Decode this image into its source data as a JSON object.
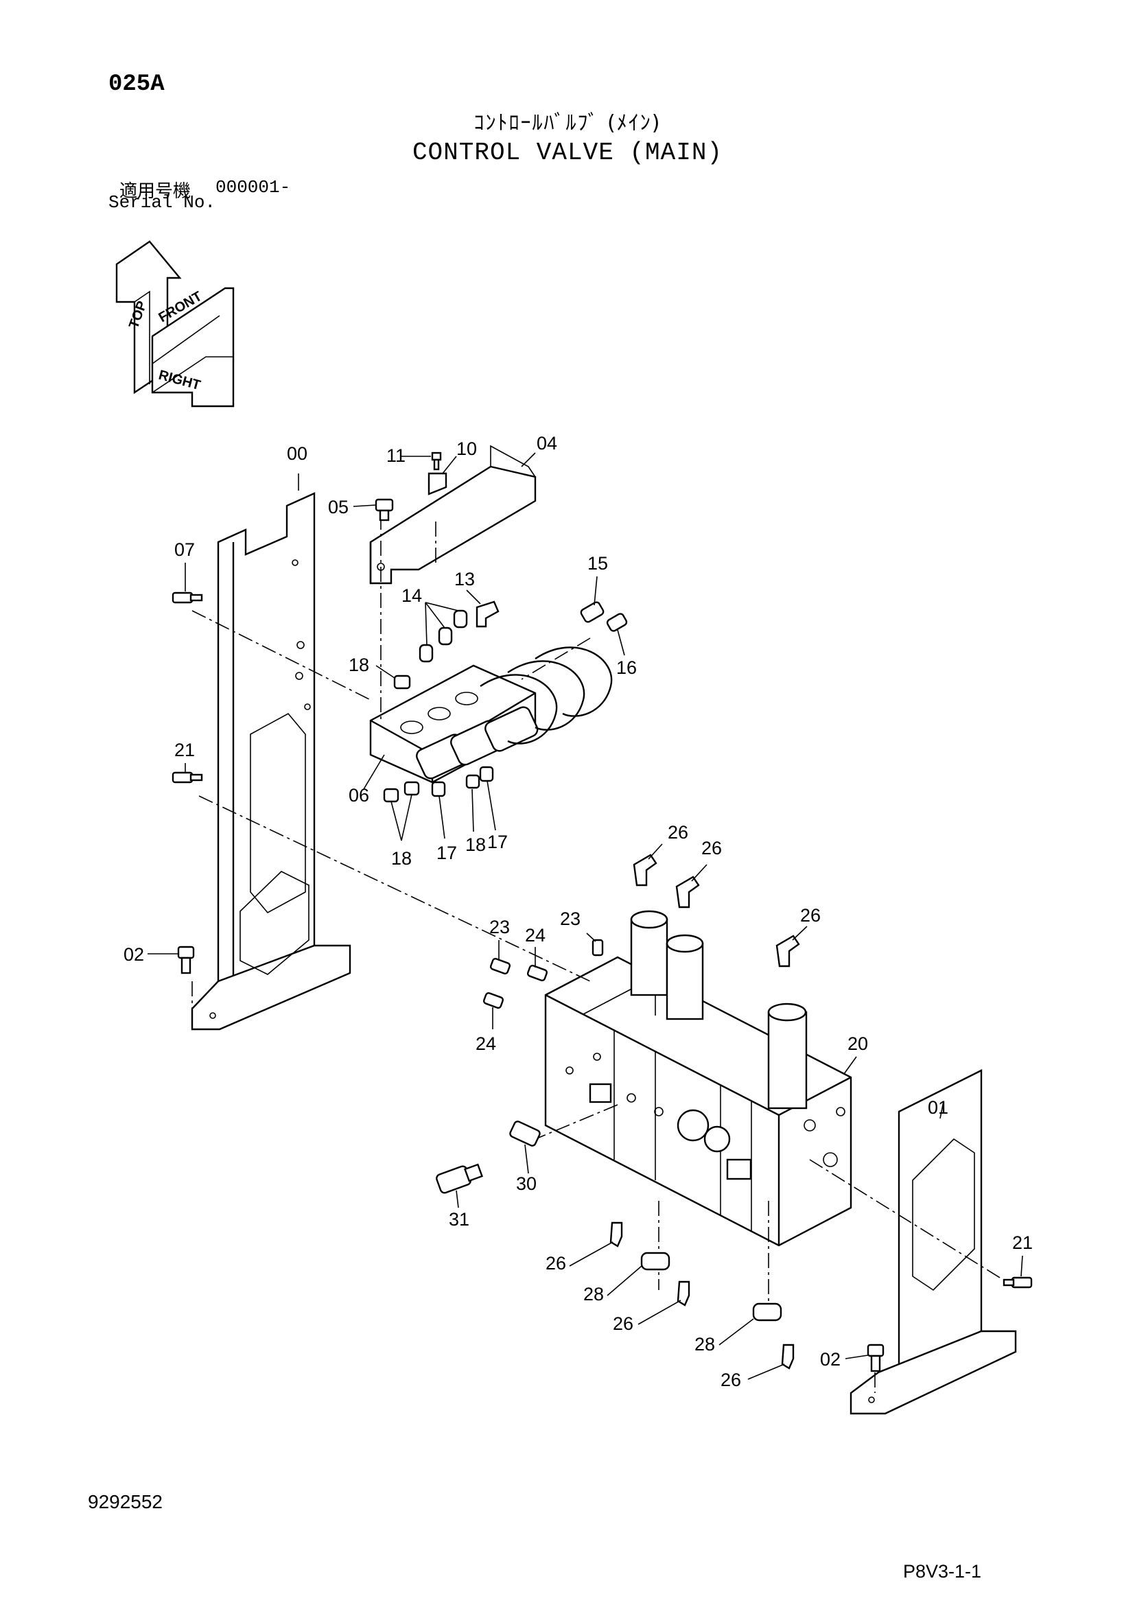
{
  "header": {
    "page_code": "025A",
    "title_jp": "ｺﾝﾄﾛｰﾙﾊﾞﾙﾌﾞ (ﾒｲﾝ)",
    "title_en": "CONTROL VALVE (MAIN)",
    "serial_label_jp": "適用号機",
    "serial_value": "000001-",
    "serial_label_en": "Serial No."
  },
  "orientation_icon": {
    "labels": [
      "TOP",
      "FRONT",
      "RIGHT"
    ]
  },
  "callouts": [
    "00",
    "01",
    "02",
    "02",
    "04",
    "05",
    "06",
    "07",
    "10",
    "11",
    "13",
    "14",
    "15",
    "16",
    "17",
    "17",
    "18",
    "18",
    "18",
    "20",
    "21",
    "21",
    "23",
    "23",
    "24",
    "24",
    "26",
    "26",
    "26",
    "26",
    "26",
    "26",
    "26",
    "28",
    "28",
    "30",
    "31"
  ],
  "footer": {
    "doc_number": "9292552",
    "sheet_ref": "P8V3-1-1"
  }
}
